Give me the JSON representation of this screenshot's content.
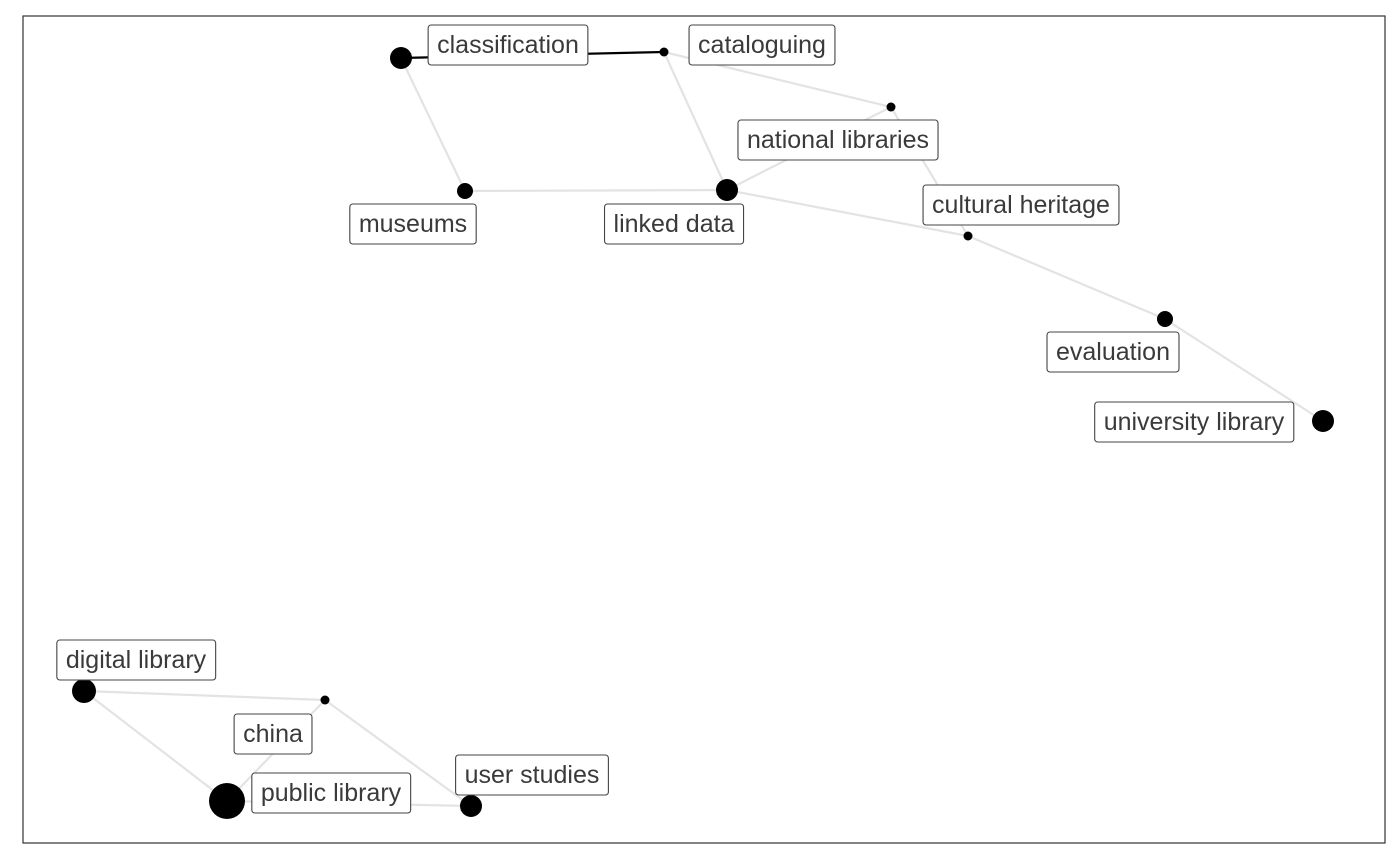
{
  "graph": {
    "nodes": [
      {
        "id": "classification",
        "label": "classification",
        "weight": 3
      },
      {
        "id": "cataloguing",
        "label": "cataloguing",
        "weight": 1
      },
      {
        "id": "national_libraries",
        "label": "national libraries",
        "weight": 1
      },
      {
        "id": "museums",
        "label": "museums",
        "weight": 2
      },
      {
        "id": "linked_data",
        "label": "linked data",
        "weight": 3
      },
      {
        "id": "cultural_heritage",
        "label": "cultural heritage",
        "weight": 1
      },
      {
        "id": "evaluation",
        "label": "evaluation",
        "weight": 2
      },
      {
        "id": "university_library",
        "label": "university library",
        "weight": 3
      },
      {
        "id": "digital_library",
        "label": "digital library",
        "weight": 4
      },
      {
        "id": "china",
        "label": "china",
        "weight": 1
      },
      {
        "id": "public_library",
        "label": "public library",
        "weight": 6
      },
      {
        "id": "user_studies",
        "label": "user studies",
        "weight": 3
      }
    ],
    "edges": [
      {
        "source": "classification",
        "target": "cataloguing",
        "strength": "strong"
      },
      {
        "source": "classification",
        "target": "museums",
        "strength": "weak"
      },
      {
        "source": "cataloguing",
        "target": "linked_data",
        "strength": "weak"
      },
      {
        "source": "cataloguing",
        "target": "national_libraries",
        "strength": "weak"
      },
      {
        "source": "national_libraries",
        "target": "linked_data",
        "strength": "weak"
      },
      {
        "source": "national_libraries",
        "target": "cultural_heritage",
        "strength": "weak"
      },
      {
        "source": "museums",
        "target": "linked_data",
        "strength": "weak"
      },
      {
        "source": "linked_data",
        "target": "cultural_heritage",
        "strength": "weak"
      },
      {
        "source": "cultural_heritage",
        "target": "evaluation",
        "strength": "weak"
      },
      {
        "source": "evaluation",
        "target": "university_library",
        "strength": "weak"
      },
      {
        "source": "digital_library",
        "target": "china",
        "strength": "weak"
      },
      {
        "source": "digital_library",
        "target": "public_library",
        "strength": "weak"
      },
      {
        "source": "china",
        "target": "public_library",
        "strength": "weak"
      },
      {
        "source": "china",
        "target": "user_studies",
        "strength": "weak"
      },
      {
        "source": "public_library",
        "target": "user_studies",
        "strength": "weak"
      }
    ],
    "colors": {
      "node": "#000000",
      "edge_weak": "#e3e3e3",
      "edge_strong": "#000000",
      "label_border": "#444444",
      "label_text": "#3a3a3a"
    }
  }
}
